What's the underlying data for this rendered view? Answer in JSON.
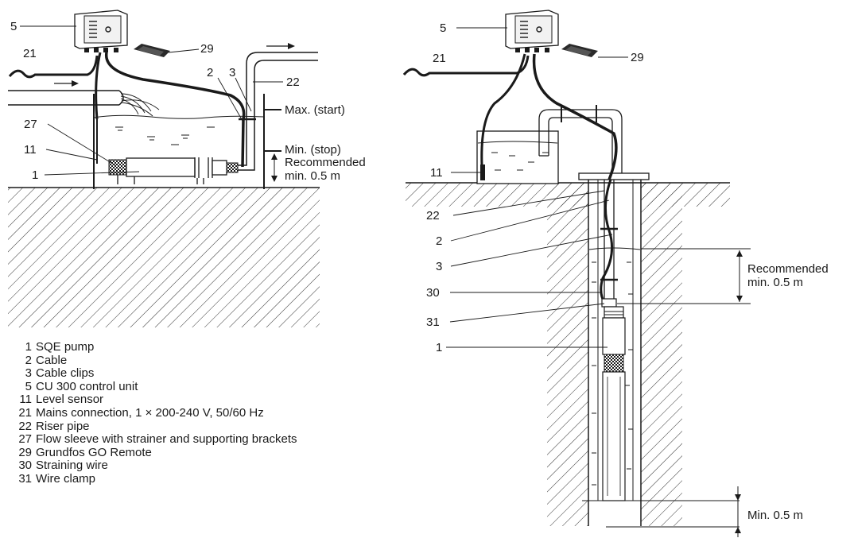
{
  "left_figure": {
    "callouts": {
      "c5": "5",
      "c21": "21",
      "c29": "29",
      "c2": "2",
      "c3": "3",
      "c22": "22",
      "c27": "27",
      "c11": "11",
      "c1": "1"
    },
    "level_max": "Max. (start)",
    "level_min": "Min. (stop)",
    "recommended_line1": "Recommended",
    "recommended_line2": "min. 0.5 m"
  },
  "right_figure": {
    "callouts": {
      "c5": "5",
      "c21": "21",
      "c29": "29",
      "c11": "11",
      "c22": "22",
      "c2": "2",
      "c3": "3",
      "c30": "30",
      "c31": "31",
      "c1": "1"
    },
    "recommended_line1": "Recommended",
    "recommended_line2": "min. 0.5 m",
    "min_bottom": "Min. 0.5 m"
  },
  "legend": [
    {
      "num": "1",
      "text": "SQE pump"
    },
    {
      "num": "2",
      "text": "Cable"
    },
    {
      "num": "3",
      "text": "Cable clips"
    },
    {
      "num": "5",
      "text": "CU 300 control unit"
    },
    {
      "num": "11",
      "text": "Level sensor"
    },
    {
      "num": "21",
      "text": "Mains connection, 1 × 200-240 V, 50/60 Hz"
    },
    {
      "num": "22",
      "text": "Riser pipe"
    },
    {
      "num": "27",
      "text": "Flow sleeve with strainer and supporting brackets"
    },
    {
      "num": "29",
      "text": "Grundfos GO Remote"
    },
    {
      "num": "30",
      "text": "Straining wire"
    },
    {
      "num": "31",
      "text": "Wire clamp"
    }
  ],
  "colors": {
    "line": "#1a1a1a",
    "fill_light": "#f2f2f2",
    "fill_dark": "#2a2a2a"
  }
}
